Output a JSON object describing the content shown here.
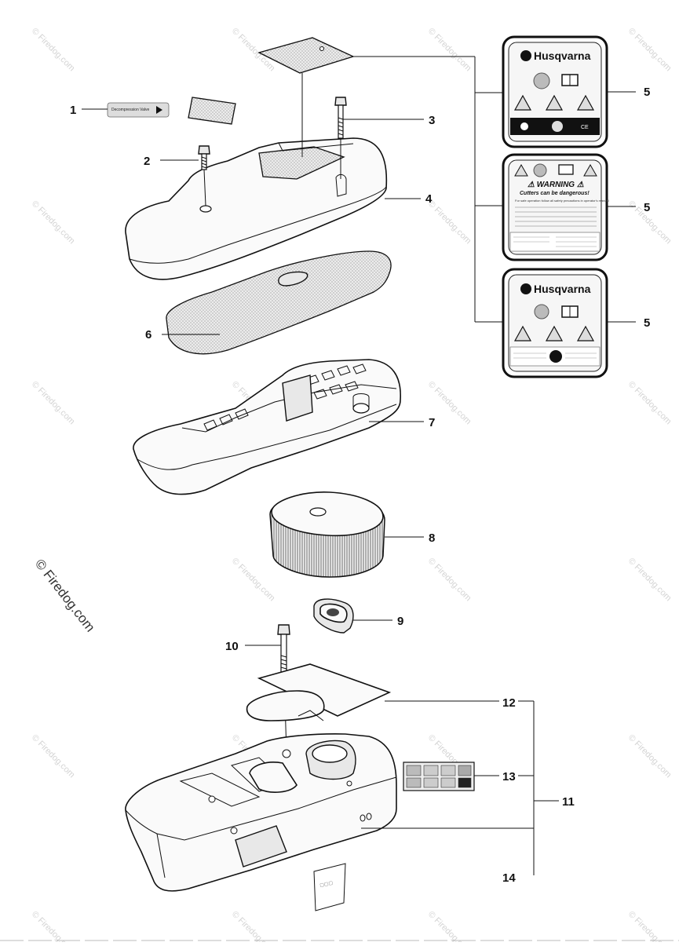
{
  "watermark": {
    "tile_text": "© Firedog.com",
    "side_text": "© Firedog.com"
  },
  "callouts": {
    "p1": "1",
    "p2": "2",
    "p3": "3",
    "p4": "4",
    "p5a": "5",
    "p5b": "5",
    "p5c": "5",
    "p6": "6",
    "p7": "7",
    "p8": "8",
    "p9": "9",
    "p10": "10",
    "p11": "11",
    "p12": "12",
    "p13": "13",
    "p14": "14"
  },
  "decals": {
    "brand_top": "Husqvarna",
    "brand_bottom": "Husqvarna",
    "warning_title": "⚠ WARNING ⚠",
    "warning_subtitle": "Cutters can be dangerous!",
    "warning_line": "For safe operation follow all safety precautions in operator's manual",
    "small_label": "Decompression Valve"
  }
}
